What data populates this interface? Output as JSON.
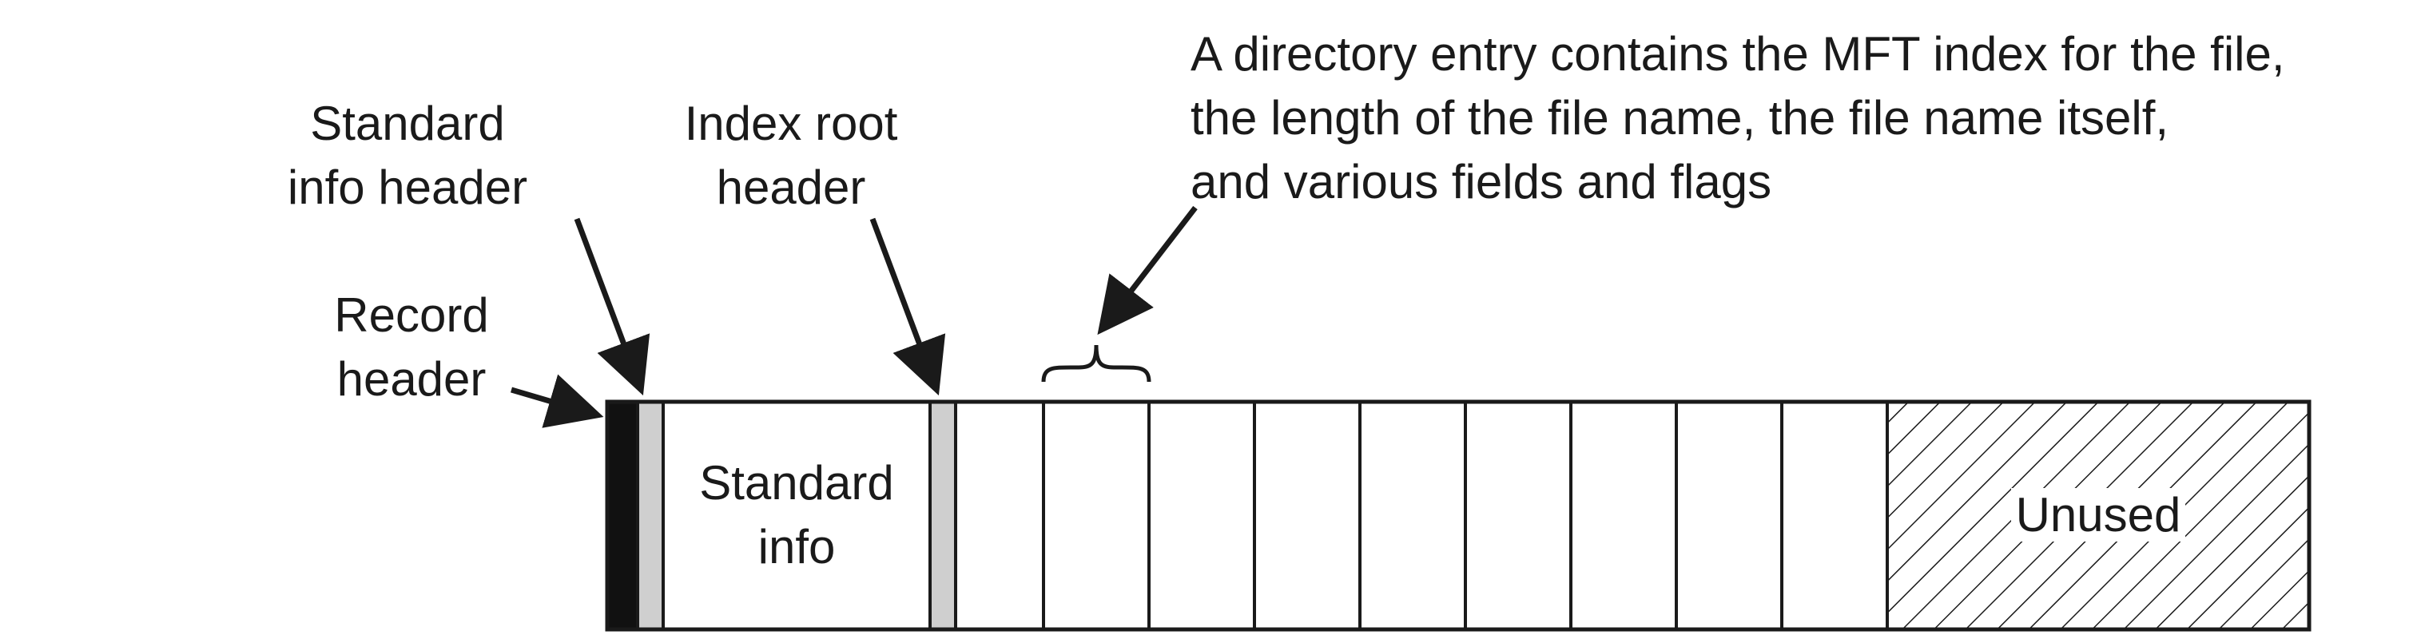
{
  "labels": {
    "standard_info_header": [
      "Standard",
      "info header"
    ],
    "index_root_header": [
      "Index root",
      "header"
    ],
    "record_header": [
      "Record",
      "header"
    ],
    "directory_entry_note": [
      "A directory entry contains the MFT index for the file,",
      "the length of the file name, the file name itself,",
      "and various fields and flags"
    ],
    "standard_info": [
      "Standard",
      "info"
    ],
    "unused": "Unused"
  },
  "regions": {
    "directory_entry_count": 9,
    "record_header_fill": "#111111",
    "header_fill": "#cfcfcf",
    "unused_fill": "hatched"
  }
}
